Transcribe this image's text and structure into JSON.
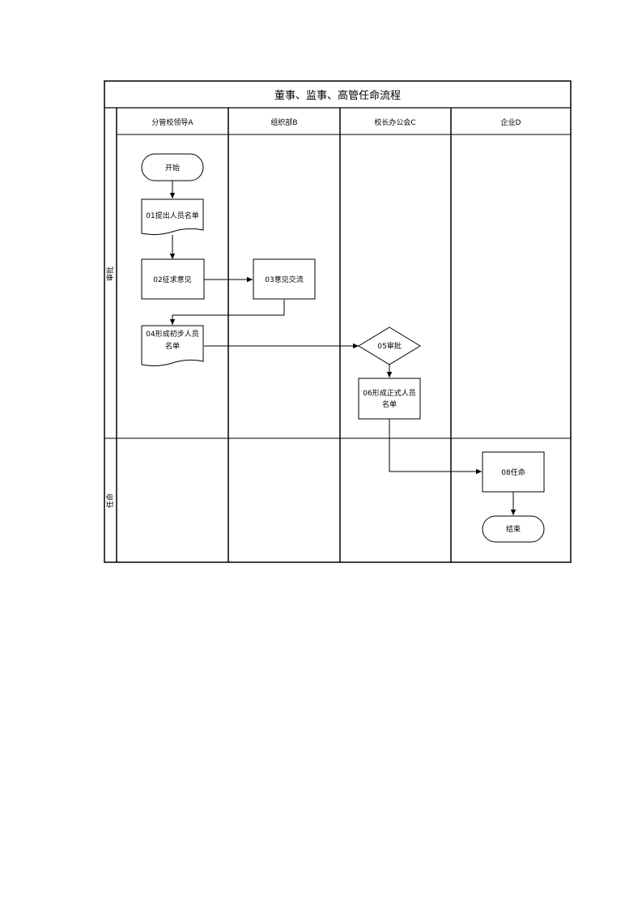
{
  "title": "董事、监事、高管任命流程",
  "lanes": [
    {
      "id": "lane-a",
      "label": "分管校领导A"
    },
    {
      "id": "lane-b",
      "label": "组织部B"
    },
    {
      "id": "lane-c",
      "label": "校长办公会C"
    },
    {
      "id": "lane-d",
      "label": "企业D"
    }
  ],
  "phases": [
    {
      "id": "phase-approval",
      "label": "审批"
    },
    {
      "id": "phase-appoint",
      "label": "任命"
    }
  ],
  "nodes": {
    "start": {
      "label": "开始"
    },
    "n01": {
      "label": "01提出人员名单"
    },
    "n02": {
      "label": "02征求意见"
    },
    "n03": {
      "label": "03意见交流"
    },
    "n04": {
      "line1": "04形成初步人员",
      "line2": "名单"
    },
    "n05": {
      "label": "05审批"
    },
    "n06": {
      "line1": "06形成正式人员",
      "line2": "名单"
    },
    "n08": {
      "label": "08任命"
    },
    "end": {
      "label": "结束"
    }
  },
  "colors": {
    "line": "#000000",
    "fill": "#ffffff"
  }
}
